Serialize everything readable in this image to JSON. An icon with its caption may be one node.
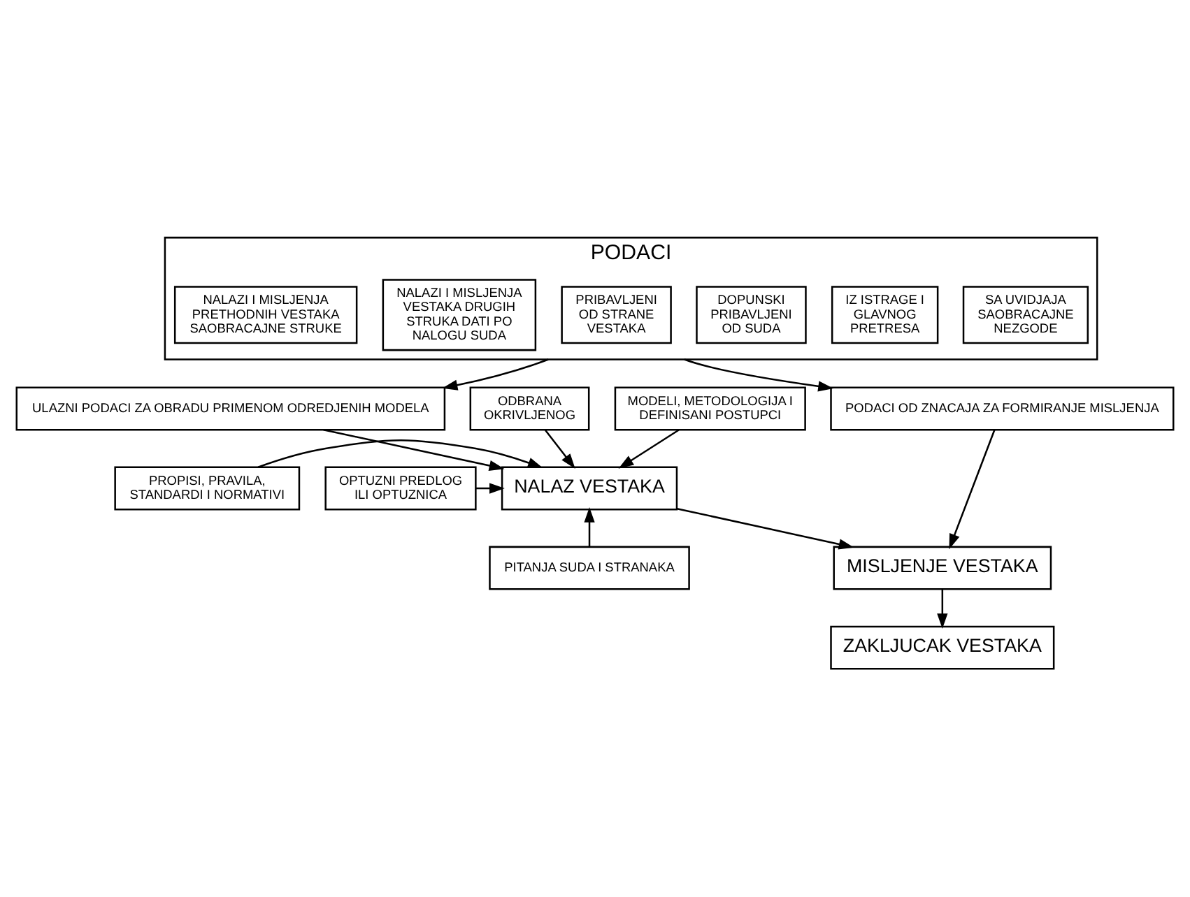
{
  "diagram": {
    "nodes": [
      {
        "text": [
          "PODACI"
        ]
      },
      {
        "text": [
          "SA UVIDJAJA SAOBRACAJNE NEZGODE"
        ],
        "in": 0
      },
      {
        "text": [
          "IZ ISTRAGE I GLAVNOG PRETRESA"
        ],
        "in": 0
      },
      {
        "text": [
          "DOPUNSKI PRIBAVLJENI OD SUDA"
        ],
        "in": 0
      },
      {
        "text": [
          "PRIBAVLJENI OD STRANE VESTAKA"
        ],
        "in": 0
      },
      {
        "text": [
          "NALAZI I MISLJENJA VESTAKA DRUGIH STRUKA DATI PO NALOGU SUDA"
        ],
        "in": 0
      },
      {
        "text": [
          "NALAZI I MISLJENJA PRETHODNIH VESTAKA SAOBRACAJNE STRUKE"
        ],
        "in": 0
      },
      {
        "text": [
          "ULAZNI PODACI ZA OBRADU PRIMENOM ODREDJENIH MODELA"
        ]
      },
      {
        "text": [
          "PODACI OD ZNACAJA ZA FORMIRANJE MISLJENJA"
        ]
      },
      {
        "text": [
          "OPTUZNI PREDLOG ILI OPTUZNICA"
        ]
      },
      {
        "text": [
          "NALAZ VESTAKA"
        ]
      },
      {
        "text": [
          "PROPISI, PRAVILA, STANDARDI I NORMATIVI"
        ]
      },
      {
        "text": [
          "ODBRANA OKRIVLJENOG"
        ]
      },
      {
        "text": [
          "MODELI, METODOLOGIJA I DEFINISANI POSTUPCI"
        ]
      },
      {
        "text": [
          "MISLJENJE VESTAKA"
        ]
      },
      {
        "text": [
          "PITANJA SUDA I STRANAKA"
        ]
      },
      {
        "text": [
          "ZAKLJUCAK VESTAKA"
        ]
      }
    ],
    "edges": [
      {
        "from": 0,
        "to": 7,
        "arrow": "to"
      },
      {
        "from": 0,
        "to": 8,
        "arrow": "to"
      },
      {
        "from": 7,
        "to": 10,
        "arrow": "to"
      },
      {
        "from": 9,
        "to": 10,
        "arrow": "to"
      },
      {
        "from": 12,
        "to": 10,
        "arrow": "to"
      },
      {
        "from": 11,
        "to": 10,
        "arrow": "to"
      },
      {
        "from": 13,
        "to": 10,
        "arrow": "to"
      },
      {
        "from": 15,
        "to": 10,
        "arrow": "to"
      },
      {
        "from": 10,
        "to": 14,
        "arrow": "to"
      },
      {
        "from": 8,
        "to": 14,
        "arrow": "to"
      },
      {
        "from": 14,
        "to": 16,
        "arrow": "to"
      }
    ]
  }
}
